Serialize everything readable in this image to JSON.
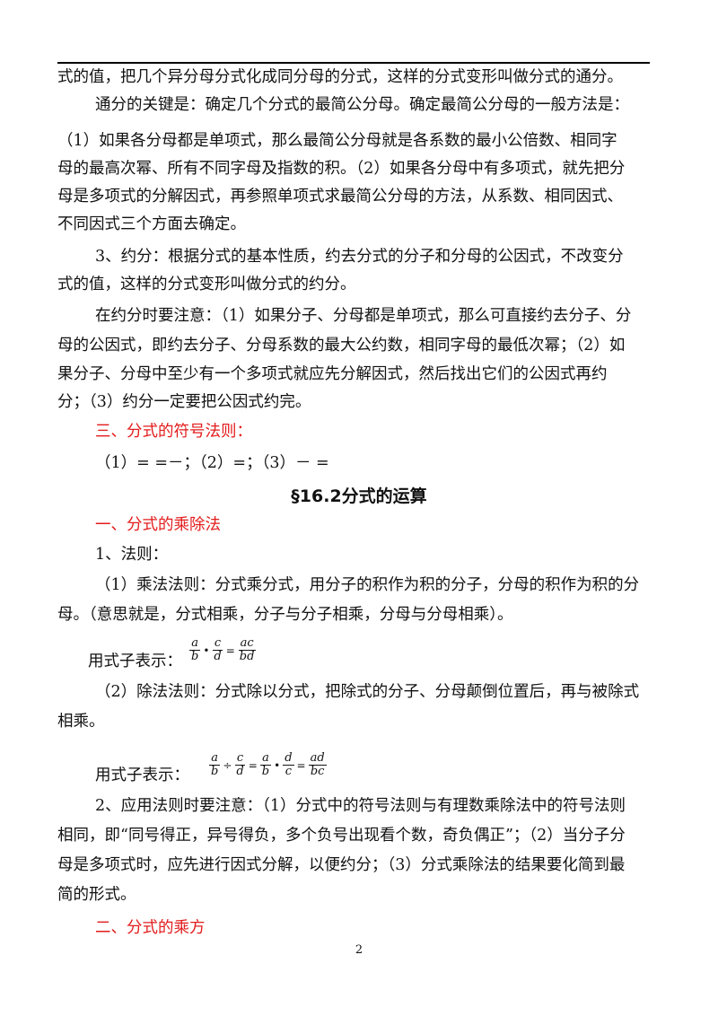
{
  "lines": [
    "式的值，把几个异分母分式化成同分母的分式，这样的分式变形叫做分式的通分。",
    "通分的关键是：确定几个分式的最简公分母。确定最简公分母的一般方法是：",
    "（1）如果各分母都是单项式，那么最简公分母就是各系数的最小公倍数、相同字",
    "母的最高次幂、所有不同字母及指数的积。（2）如果各分母中有多项式，就先把分",
    "母是多项式的分解因式，再参照单项式求最简公分母的方法，从系数、相同因式、",
    "不同因式三个方面去确定。",
    "3、约分：根据分式的基本性质，约去分式的分子和分母的公因式，不改变分",
    "式的值，这样的分式变形叫做分式的约分。",
    "在约分时要注意：（1）如果分子、分母都是单项式，那么可直接约去分子、分",
    "母的公因式，即约去分子、分母系数的最大公约数，相同字母的最低次幂；（2）如",
    "果分子、分母中至少有一个多项式就应先分解因式，然后找出它们的公因式再约",
    "分；（3）约分一定要把公因式约完。",
    "三、分式的符号法则：",
    "（1）= =－；（2）=；（3）－ =",
    "一、分式的乘除法",
    "1、法则：",
    "（1）乘法法则：分式乘分式，用分子的积作为积的分子，分母的积作为积的分",
    "母。（意思就是，分式相乘，分子与分子相乘，分母与分母相乘）。",
    "用式子表示：",
    "（2）除法法则：分式除以分式，把除式的分子、分母颠倒位置后，再与被除式",
    "相乘。",
    "用式子表示：",
    "2、应用法则时要注意：（1）分式中的符号法则与有理数乘除法中的符号法则",
    "相同，即“同号得正，异号得负，多个负号出现看个数，奇负偶正”；（2）当分子分",
    "母是多项式时，应先进行因式分解，以便约分；（3）分式乘除法的结果要化简到最",
    "简的形式。",
    "二、分式的乘方"
  ],
  "section_heading": "§16.2分式的运算",
  "formula1": {
    "a": "a",
    "b": "b",
    "c": "c",
    "d": "d",
    "ac": "ac",
    "bd": "bd",
    "dot": "•",
    "eq": "="
  },
  "formula2": {
    "a": "a",
    "b": "b",
    "c": "c",
    "d": "d",
    "ad": "ad",
    "bc": "bc",
    "div": "÷",
    "dot": "•",
    "eq": "="
  },
  "page_number": "2",
  "colors": {
    "red_heading": "#e31b1b",
    "text": "#111111"
  }
}
